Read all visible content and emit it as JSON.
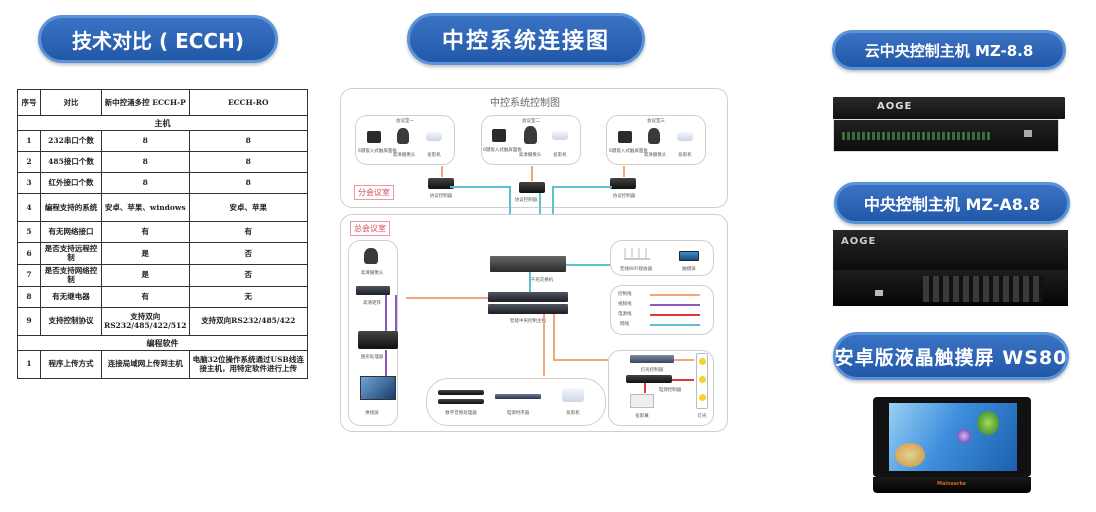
{
  "left": {
    "title": "技术对比 ( ECCH)",
    "table": {
      "headers": [
        "序号",
        "对比",
        "新中控涌多控 ECCH-P",
        "ECCH-RO"
      ],
      "section_host": "主机",
      "rows": [
        {
          "no": "1",
          "item": "232串口个数",
          "p": "8",
          "ro": "8"
        },
        {
          "no": "2",
          "item": "485接口个数",
          "p": "8",
          "ro": "8"
        },
        {
          "no": "3",
          "item": "红外接口个数",
          "p": "8",
          "ro": "8"
        },
        {
          "no": "4",
          "item": "编程支持的系统",
          "p": "安卓、苹果、windows",
          "ro": "安卓、苹果"
        },
        {
          "no": "5",
          "item": "有无网络接口",
          "p": "有",
          "ro": "有"
        },
        {
          "no": "6",
          "item": "是否支持远程控制",
          "p": "是",
          "ro": "否"
        },
        {
          "no": "7",
          "item": "是否支持网络控制",
          "p": "是",
          "ro": "否"
        },
        {
          "no": "8",
          "item": "有无继电器",
          "p": "有",
          "ro": "无"
        },
        {
          "no": "9",
          "item": "支持控制协议",
          "p": "支持双向RS232/485/422/512",
          "ro": "支持双向RS232/485/422"
        }
      ],
      "section_software": "编程软件",
      "software_rows": [
        {
          "no": "1",
          "item": "程序上传方式",
          "p": "连接局域网上传到主机",
          "ro": "电脑32位操作系统通过USB线连接主机，用特定软件进行上传"
        }
      ]
    }
  },
  "center": {
    "title": "中控系统连接图",
    "diagram_title": "中控系统控制图",
    "branch_label": "分会议室",
    "main_label": "总会议室",
    "rooms": [
      {
        "name": "会议室一",
        "devices": [
          "6键嵌入式触屏面板",
          "高清摄像头",
          "投影机"
        ],
        "controller": "协议控制器"
      },
      {
        "name": "会议室二",
        "devices": [
          "6键嵌入式触屏面板",
          "高清摄像头",
          "投影机"
        ],
        "controller": "协议控制器"
      },
      {
        "name": "会议室三",
        "devices": [
          "6键嵌入式触屏面板",
          "高清摄像头",
          "投影机"
        ],
        "controller": "协议控制器"
      }
    ],
    "switch_label": "千兆交换机",
    "host_label": "智能中央控制主机",
    "left_column": [
      "高清摄像头",
      "高清矩阵",
      "图形处理器",
      "拼接屏"
    ],
    "wifi": {
      "router": "无线WIFI接收器",
      "pad": "触摸屏"
    },
    "legend": [
      {
        "label": "控制线",
        "color": "#f0a878"
      },
      {
        "label": "视频线",
        "color": "#8a5bbd"
      },
      {
        "label": "电源线",
        "color": "#e0373a"
      },
      {
        "label": "网线",
        "color": "#61bfd1"
      }
    ],
    "bottom_devices": [
      "数字音频处理器",
      "电源时序器",
      "投影机"
    ],
    "right_box": {
      "light_ctrl": "灯光控制器",
      "power_ctrl": "电源控制器",
      "screen": "投影幕",
      "lights": "灯光"
    }
  },
  "right": {
    "products": [
      {
        "title": "云中央控制主机 MZ-8.8",
        "brand": "AOGE"
      },
      {
        "title": "中央控制主机 MZ-A8.8",
        "brand": "AOGE"
      },
      {
        "title": "安卓版液晶触摸屏 WS80",
        "brand": "Mainserke"
      }
    ]
  }
}
